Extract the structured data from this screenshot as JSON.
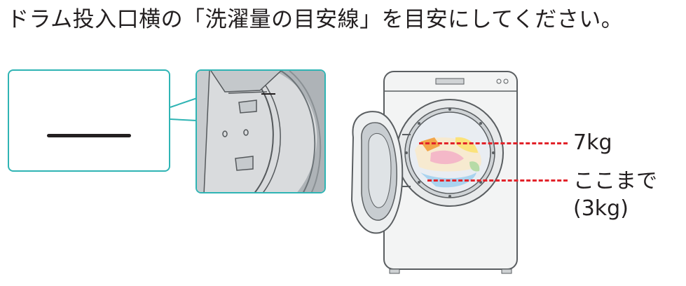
{
  "heading": "ドラム投入口横の「洗濯量の目安線」を目安にしてください。",
  "labels": {
    "upper": "7kg",
    "lower_line1": "ここまで",
    "lower_line2": "(3kg)"
  },
  "colors": {
    "accent_teal": "#2fb4b4",
    "guide_red": "#e2232a",
    "text": "#231f20"
  }
}
